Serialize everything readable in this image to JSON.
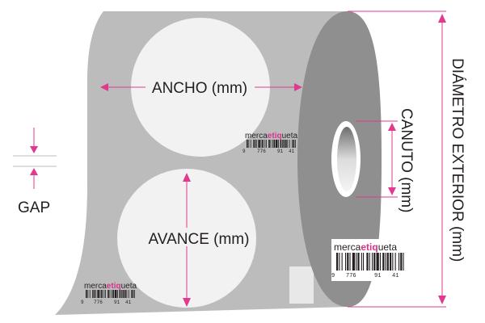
{
  "labels": {
    "width": "ANCHO (mm)",
    "advance": "AVANCE (mm)",
    "gap": "GAP",
    "core": "CANUTO (mm)",
    "outer_diameter": "DIÁMETRO EXTERIOR (mm)"
  },
  "brand": {
    "part1": "merca",
    "part2": "eti",
    "part3": "q",
    "part4": "ueta"
  },
  "barcode_digits": {
    "d1": "9",
    "d2": "776",
    "d3": "91",
    "d4": "41"
  },
  "colors": {
    "roll_face": "#bcbcbc",
    "roll_side": "#8f8f8f",
    "label_fill": "#f2f2f2",
    "arrow": "#e0398f",
    "text": "#231f20"
  }
}
